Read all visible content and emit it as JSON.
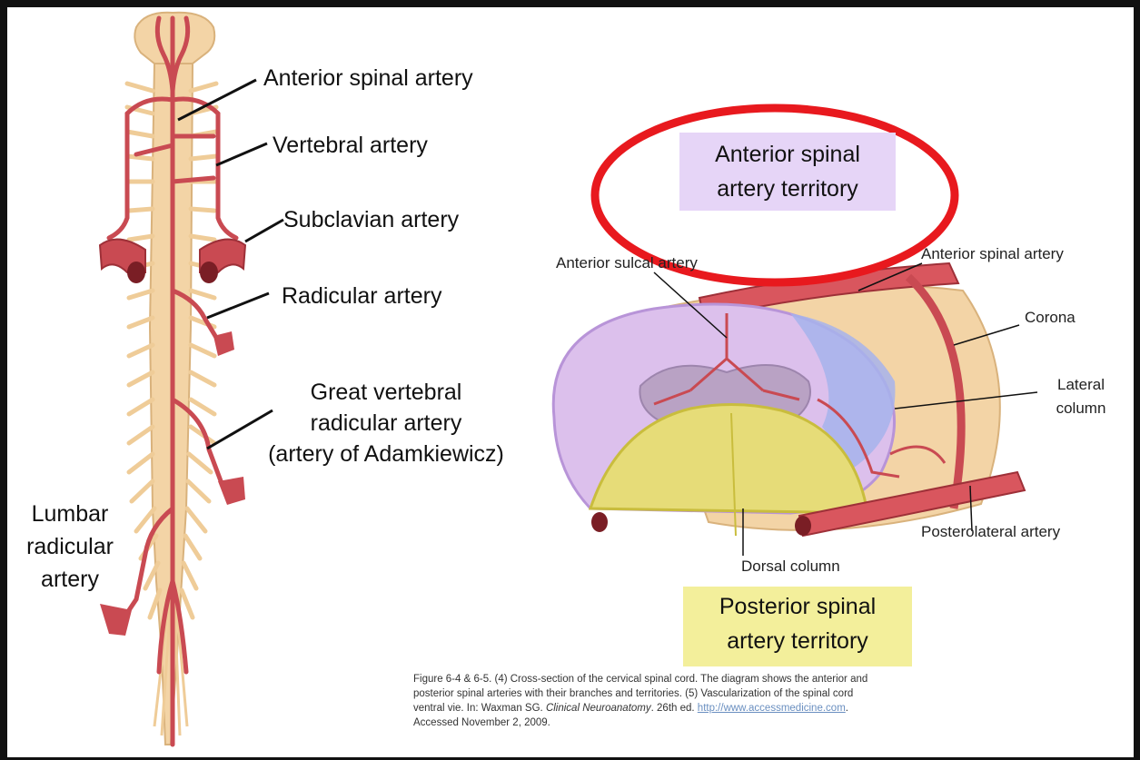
{
  "labels": {
    "anterior_spinal_artery_left": "Anterior spinal artery",
    "vertebral_artery": "Vertebral artery",
    "subclavian_artery": "Subclavian artery",
    "radicular_artery": "Radicular artery",
    "great_vertebral_line1": "Great vertebral",
    "great_vertebral_line2": "radicular artery",
    "great_vertebral_line3": "(artery of Adamkiewicz)",
    "lumbar_line1": "Lumbar",
    "lumbar_line2": "radicular",
    "lumbar_line3": "artery",
    "anterior_territory_line1": "Anterior spinal",
    "anterior_territory_line2": "artery territory",
    "anterior_sulcal_artery": "Anterior sulcal artery",
    "anterior_spinal_artery_right": "Anterior spinal artery",
    "corona": "Corona",
    "lateral_column_line1": "Lateral",
    "lateral_column_line2": "column",
    "posterolateral_artery": "Posterolateral artery",
    "dorsal_column": "Dorsal column",
    "posterior_territory_line1": "Posterior spinal",
    "posterior_territory_line2": "artery territory"
  },
  "caption": {
    "line1": "Figure 6-4 & 6-5. (4) Cross-section of the cervical spinal cord. The diagram shows the anterior and",
    "line2": "posterior spinal arteries with their branches and territories. (5) Vascularization of the spinal cord",
    "line3_prefix": "ventral vie. In: Waxman SG. ",
    "line3_book": "Clinical Neuroanatomy",
    "line3_edition": ". 26th ed. ",
    "line3_link": "http://www.accessmedicine.com",
    "line3_suffix": ".",
    "line4": "Accessed November 2, 2009."
  },
  "colors": {
    "artery": "#c94a52",
    "artery_light": "#e07a80",
    "cord": "#f3d4a6",
    "white_matter_purple": "#dcc0ec",
    "gray_matter": "#b9a2c4",
    "dorsal_column": "#e6dc78",
    "highlight_ellipse": "#e8191e",
    "anterior_box": "#e6d5f7",
    "posterior_box": "#f3ef9b"
  }
}
